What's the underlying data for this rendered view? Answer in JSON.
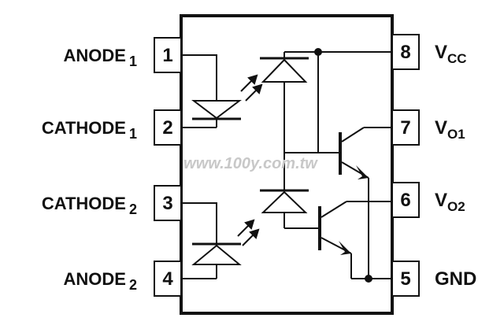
{
  "pins_left": [
    {
      "num": "1",
      "name": "ANODE",
      "sub": "1"
    },
    {
      "num": "2",
      "name": "CATHODE",
      "sub": "1"
    },
    {
      "num": "3",
      "name": "CATHODE",
      "sub": "2"
    },
    {
      "num": "4",
      "name": "ANODE",
      "sub": "2"
    }
  ],
  "pins_right": [
    {
      "num": "8",
      "name": "V",
      "sub": "CC"
    },
    {
      "num": "7",
      "name": "V",
      "sub": "O1"
    },
    {
      "num": "6",
      "name": "V",
      "sub": "O2"
    },
    {
      "num": "5",
      "name": "GND",
      "sub": ""
    }
  ],
  "watermark": "www.100y.com.tw",
  "colors": {
    "ink": "#111111",
    "watermark": "#c8c8c8"
  }
}
